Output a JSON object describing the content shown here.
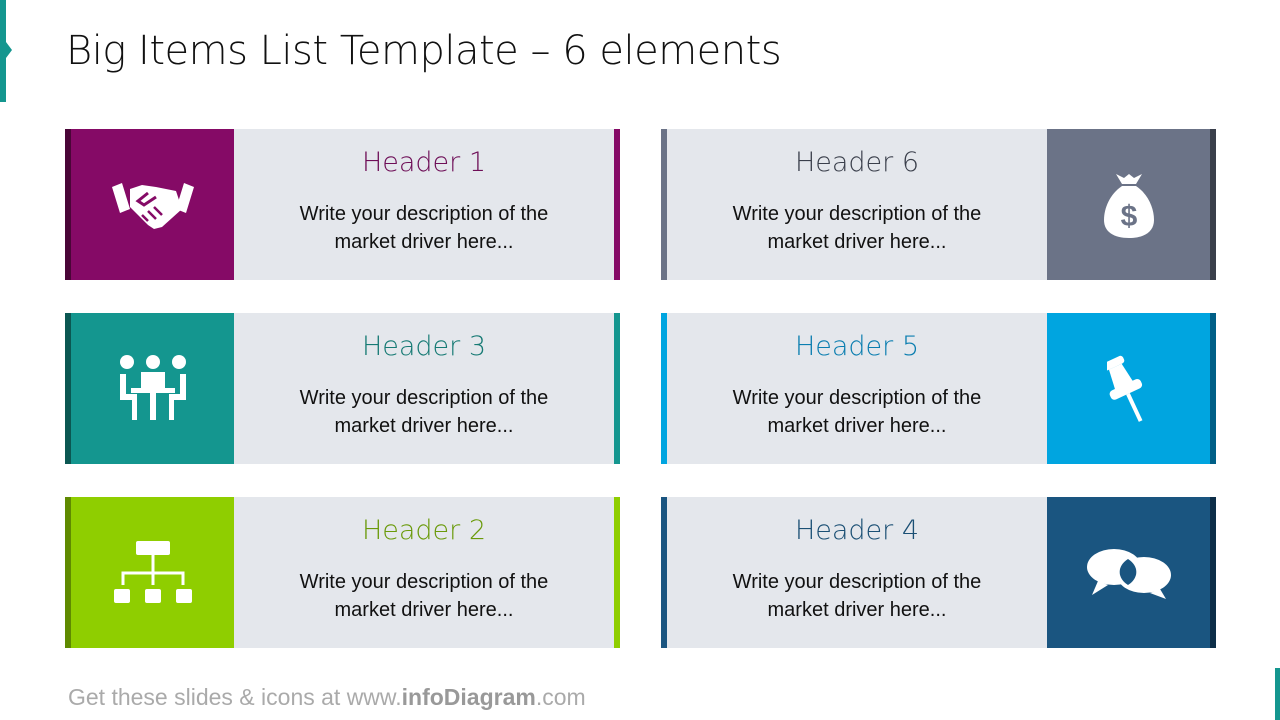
{
  "title": "Big Items List Template – 6 elements",
  "cards": [
    {
      "header": "Header 1",
      "description": "Write your description of the market driver here...",
      "icon": "handshake-icon",
      "color": "#850a66",
      "dark": "#4a0638",
      "text": "#6e0e57"
    },
    {
      "header": "Header 6",
      "description": "Write your description of the market driver here...",
      "icon": "money-bag-icon",
      "color": "#6b7387",
      "dark": "#3a3f4b",
      "text": "#3a3f4b"
    },
    {
      "header": "Header 3",
      "description": "Write your description of the market driver here...",
      "icon": "meeting-icon",
      "color": "#14968f",
      "dark": "#0b5752",
      "text": "#167a74"
    },
    {
      "header": "Header 5",
      "description": "Write your description of the market driver here...",
      "icon": "pushpin-icon",
      "color": "#00a5e0",
      "dark": "#005f87",
      "text": "#0b7eb0"
    },
    {
      "header": "Header 2",
      "description": "Write your description of the market driver here...",
      "icon": "hierarchy-icon",
      "color": "#8fce00",
      "dark": "#5f8a00",
      "text": "#6a9a0a"
    },
    {
      "header": "Header 4",
      "description": "Write your description of the market driver here...",
      "icon": "speech-bubbles-icon",
      "color": "#1a5580",
      "dark": "#0d2e48",
      "text": "#1a4f74"
    }
  ],
  "footer": {
    "prefix": "Get these slides & icons at www.",
    "brand": "infoDiagram",
    "suffix": ".com"
  }
}
